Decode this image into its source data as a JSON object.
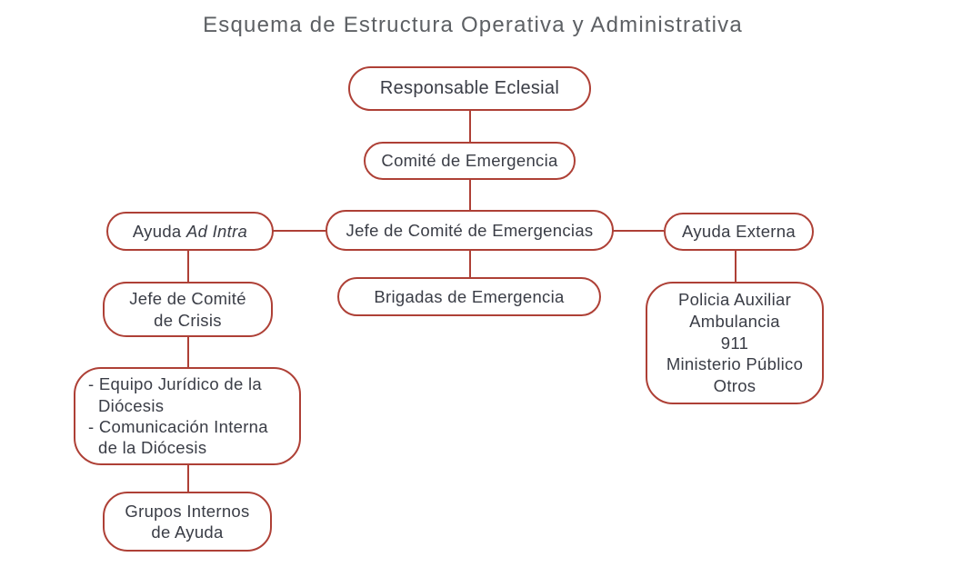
{
  "title": "Esquema de Estructura Operativa y Administrativa",
  "colors": {
    "box_border": "#ae4036",
    "connector": "#ae4036",
    "box_text": "#3a3d46",
    "title_text": "#5d6064",
    "background": "#ffffff"
  },
  "nodes": {
    "responsable": {
      "label": "Responsable Eclesial"
    },
    "comite_emergencia": {
      "label": "Comité de Emergencia"
    },
    "jefe_emergencias": {
      "label": "Jefe de Comité de Emergencias"
    },
    "ayuda_ad_intra": {
      "prefix": "Ayuda ",
      "italic": "Ad Intra"
    },
    "ayuda_externa": {
      "label": "Ayuda Externa"
    },
    "brigadas": {
      "label": "Brigadas de Emergencia"
    },
    "jefe_crisis": {
      "lines": [
        "Jefe de Comité",
        "de Crisis"
      ]
    },
    "equipo_diocesis": {
      "lines": [
        "- Equipo Jurídico de la",
        "Diócesis",
        "- Comunicación Interna",
        "de la Diócesis"
      ]
    },
    "grupos_internos": {
      "lines": [
        "Grupos Internos",
        "de Ayuda"
      ]
    },
    "contactos_externos": {
      "items": [
        "Policia Auxiliar",
        "Ambulancia",
        "911",
        "Ministerio Público",
        "Otros"
      ]
    }
  }
}
